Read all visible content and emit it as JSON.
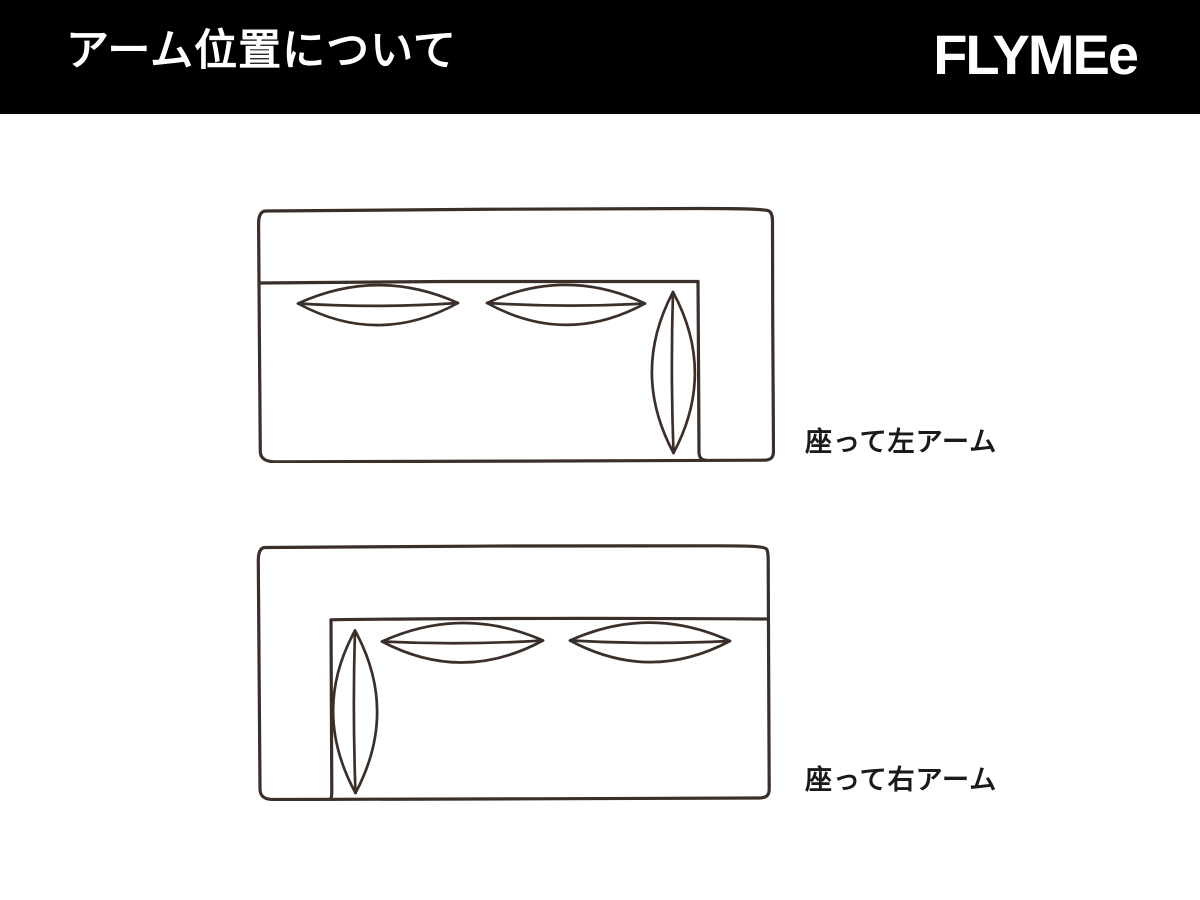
{
  "header": {
    "title": "アーム位置について",
    "logo_text": "FLYMEe",
    "bg_color": "#000000",
    "text_color": "#ffffff"
  },
  "diagrams": {
    "line_color": "#3b2f2a",
    "items": [
      {
        "label": "座って左アーム",
        "arm_side": "left"
      },
      {
        "label": "座って右アーム",
        "arm_side": "right"
      }
    ]
  }
}
